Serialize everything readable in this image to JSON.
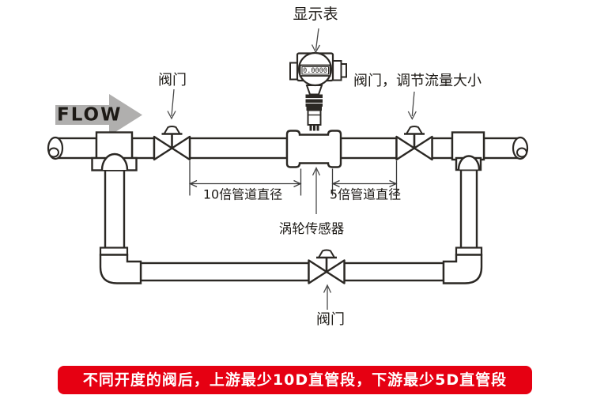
{
  "diagram": {
    "flow_label": "FLOW",
    "meter_display_value": "0.0000",
    "labels": {
      "display_meter": "显示表",
      "valve_upstream": "阀门",
      "valve_downstream": "阀门，调节流量大小",
      "valve_bottom": "阀门",
      "sensor": "涡轮传感器",
      "dim_upstream": "10倍管道直径",
      "dim_downstream": "5倍管道直径"
    },
    "colors": {
      "line": "#2b2824",
      "flow_arrow": "#b0afae",
      "banner_bg": "#e60012",
      "banner_text": "#ffffff"
    }
  },
  "banner": {
    "text": "不同开度的阀后，上游最少10D直管段，下游最少5D直管段"
  }
}
